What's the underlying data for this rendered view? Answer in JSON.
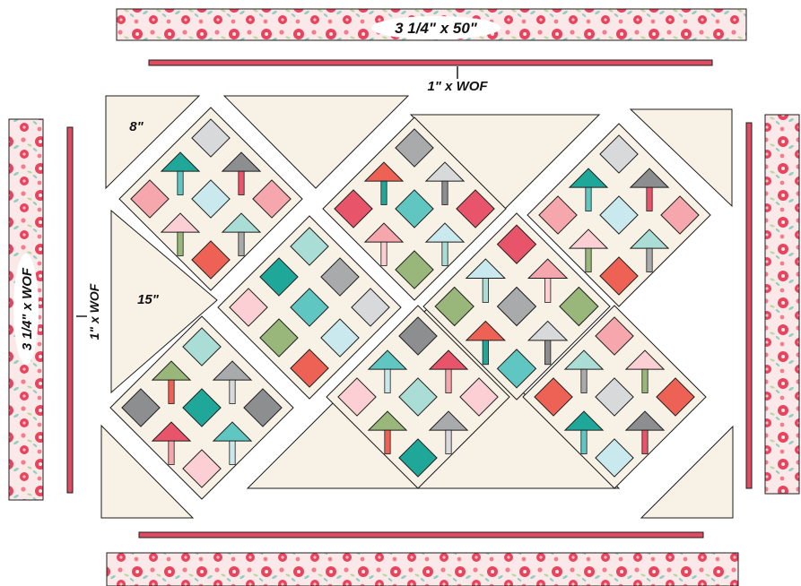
{
  "labels": {
    "top_border": "3 1/4\" x 50\"",
    "top_sashing": "1\" x WOF",
    "left_border": "3 1/4\" x WOF",
    "left_sashing": "1\" x WOF",
    "corner_triangle": "8\"",
    "side_triangle": "15\""
  },
  "colors": {
    "background": "#ffffff",
    "setting_fabric": "#f8f1e5",
    "sashing": "#dd4c60",
    "outline": "#1c1c1c",
    "floral_base": "#fbe9e9",
    "floral_bloom": "#e8445e",
    "floral_leaf": "#8fcfbe",
    "teal": "#1fa89a",
    "aqua": "#5fc6c2",
    "light_aqua": "#c9e9ee",
    "pale_aqua": "#a9ddd6",
    "gray": "#a9aaab",
    "light_gray": "#d7d9db",
    "dark_gray": "#8d8e90",
    "coral": "#e8546a",
    "pink": "#f6a7ad",
    "light_pink": "#fbcfd4",
    "green": "#99b77b",
    "orange_red": "#ee6255"
  }
}
